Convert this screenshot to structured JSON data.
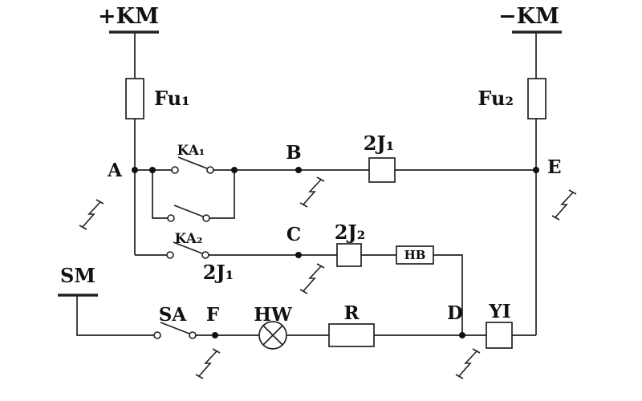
{
  "diagram": {
    "bus_positive": "+KM",
    "bus_negative": "−KM",
    "fuse1": "Fu₁",
    "fuse2": "Fu₂",
    "node_a": "A",
    "node_b": "B",
    "node_c": "C",
    "node_d": "D",
    "node_e": "E",
    "node_f": "F",
    "contact_ka1": "KA₁",
    "contact_ka2": "KA₂",
    "coil_2j1": "2J₁",
    "contact_2j1": "2J₁",
    "coil_2j2": "2J₂",
    "box_hb": "HB",
    "switch_sm": "SM",
    "switch_sa": "SA",
    "lamp_hw": "HW",
    "resistor_r": "R",
    "device_yi": "YI"
  }
}
